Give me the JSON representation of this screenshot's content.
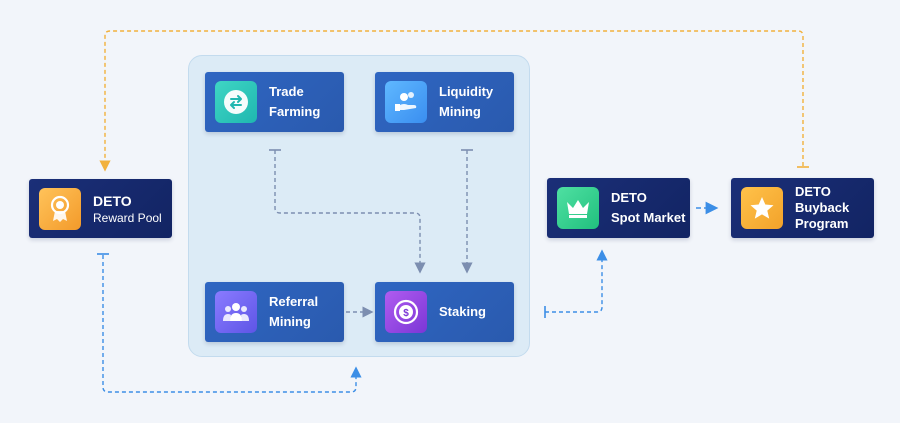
{
  "nodes": {
    "trade_farming": {
      "line1": "Trade",
      "line2": "Farming",
      "icon": "swap-icon"
    },
    "liquidity_mining": {
      "line1": "Liquidity",
      "line2": "Mining",
      "icon": "hand-coins-icon"
    },
    "referral_mining": {
      "line1": "Referral",
      "line2": "Mining",
      "icon": "users-icon"
    },
    "staking": {
      "line1": "Staking",
      "icon": "dollar-coin-icon"
    },
    "reward_pool": {
      "line1": "DETO",
      "line2": "Reward Pool",
      "icon": "award-medal-icon"
    },
    "spot_market": {
      "line1": "DETO",
      "line2": "Spot Market",
      "icon": "crown-icon"
    },
    "buyback": {
      "line1": "DETO",
      "line2": "Buyback",
      "line3": "Program",
      "icon": "star-icon"
    }
  },
  "colors": {
    "background": "#f2f5fa",
    "group_fill": "#dcebf6",
    "node_light": "#2f66c2",
    "node_dark": "#1b2f78",
    "arrow_orange": "#f2b13c",
    "arrow_blue": "#3c8ee6",
    "arrow_gray": "#7c8eb0"
  }
}
